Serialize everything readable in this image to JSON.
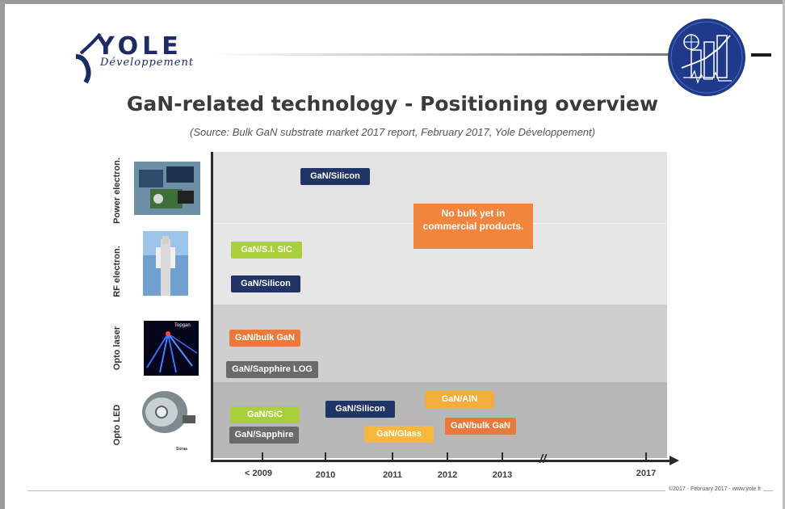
{
  "brand": {
    "name": "YOLE",
    "sub": "Développement"
  },
  "title": "GaN-related technology - Positioning overview",
  "subtitle": "(Source: Bulk GaN substrate market 2017 report, February 2017, Yole Développement)",
  "rows": [
    {
      "label": "Power electron.",
      "image": "power-electronics-photo"
    },
    {
      "label": "RF electron.",
      "image": "rf-antenna-tower-photo"
    },
    {
      "label": "Opto laser",
      "image": "laser-beams-photo",
      "image_caption": "Topgan"
    },
    {
      "label": "Opto LED",
      "image": "led-lamp-photo",
      "image_caption": "Soraa"
    }
  ],
  "x_axis": {
    "ticks": [
      "< 2009",
      "2010",
      "2011",
      "2012",
      "2013",
      "2017"
    ]
  },
  "technologies": {
    "power_gan_silicon": "GaN/Silicon",
    "rf_gan_si_sic": "GaN/S.I. SiC",
    "rf_gan_silicon": "GaN/Silicon",
    "laser_gan_bulk": "GaN/bulk GaN",
    "laser_gan_sapphire_log": "GaN/Sapphire LOG",
    "led_gan_sic": "GaN/SiC",
    "led_gan_sapphire": "GaN/Sapphire",
    "led_gan_silicon": "GaN/Silicon",
    "led_gan_glass": "GaN/Glass",
    "led_gan_aln": "GaN/AlN",
    "led_gan_bulk": "GaN/bulk GaN"
  },
  "note": "No bulk yet in commercial products.",
  "footer": "©2017 - February 2017 - www.yole.fr",
  "colors": {
    "navy": "#203565",
    "lime": "#a9cf3d",
    "orange": "#ea7a3c",
    "grey": "#6a6a6a",
    "amber": "#f2ad3d",
    "title": "#3b3b3b"
  }
}
